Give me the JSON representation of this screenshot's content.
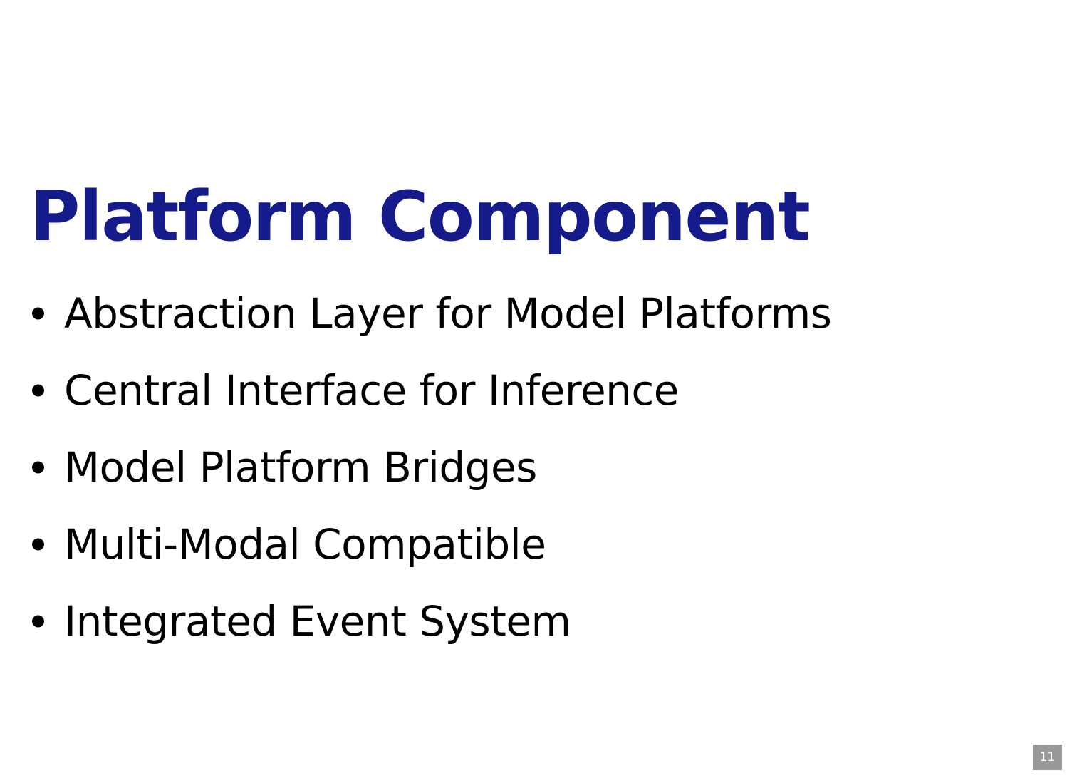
{
  "slide": {
    "title": "Platform Component",
    "title_color": "#151B8B",
    "background_color": "#FFFFFF",
    "body_text_color": "#000000",
    "bullets": [
      {
        "text": "Abstraction Layer for Model Platforms"
      },
      {
        "text": "Central Interface for Inference"
      },
      {
        "text": "Model Platform Bridges"
      },
      {
        "text": "Multi-Modal Compatible"
      },
      {
        "text": "Integrated Event System"
      }
    ],
    "page_badge": {
      "number": "11",
      "background_color": "#999999",
      "text_color": "#FFFFFF"
    }
  }
}
